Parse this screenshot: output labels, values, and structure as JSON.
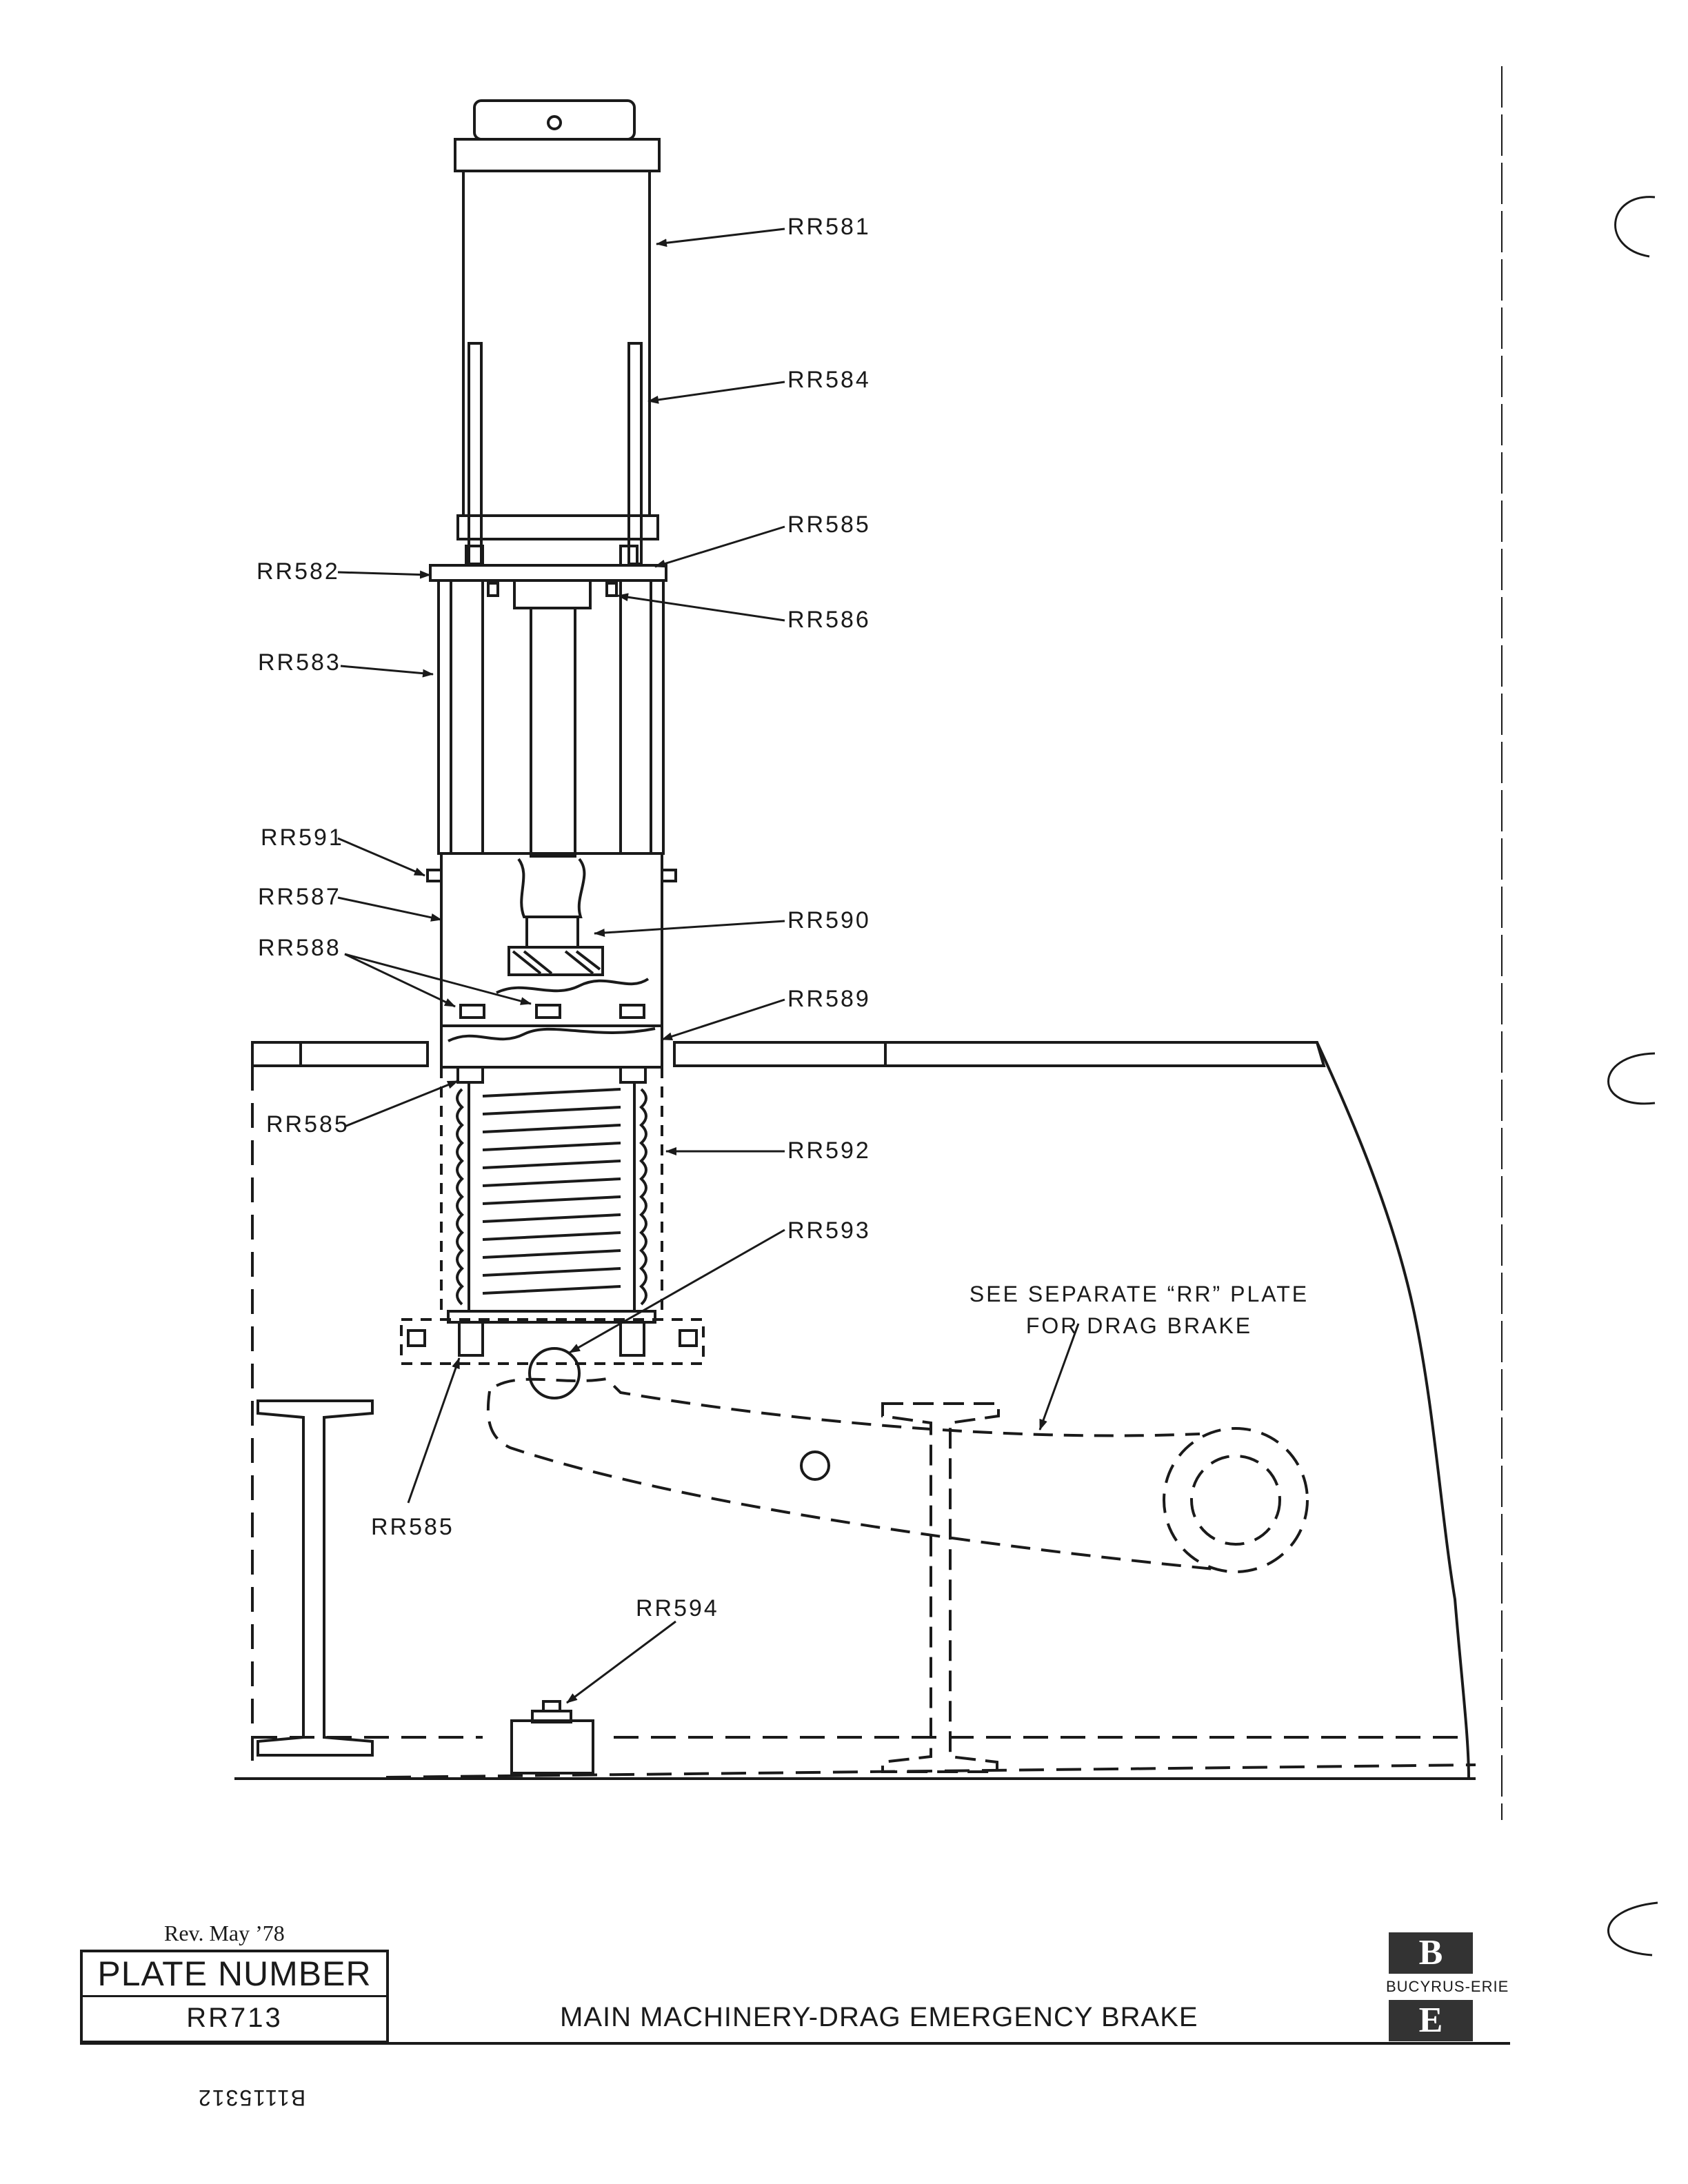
{
  "callouts": {
    "rr581": "RR581",
    "rr584": "RR584",
    "rr585_top": "RR585",
    "rr586": "RR586",
    "rr582": "RR582",
    "rr583": "RR583",
    "rr591": "RR591",
    "rr587": "RR587",
    "rr588": "RR588",
    "rr590": "RR590",
    "rr589": "RR589",
    "rr585_mid": "RR585",
    "rr592": "RR592",
    "rr593": "RR593",
    "rr585_bottom": "RR585",
    "rr594": "RR594"
  },
  "note": {
    "line1": "SEE SEPARATE “RR” PLATE",
    "line2": "FOR DRAG BRAKE"
  },
  "title_block": {
    "revision": "Rev. May ’78",
    "plate_label": "PLATE NUMBER",
    "plate_number": "RR713",
    "drawing_title": "MAIN MACHINERY-DRAG EMERGENCY BRAKE",
    "logo_top": "B",
    "company": "BUCYRUS-ERIE",
    "logo_bottom": "E",
    "doc_id": "B1115312"
  }
}
